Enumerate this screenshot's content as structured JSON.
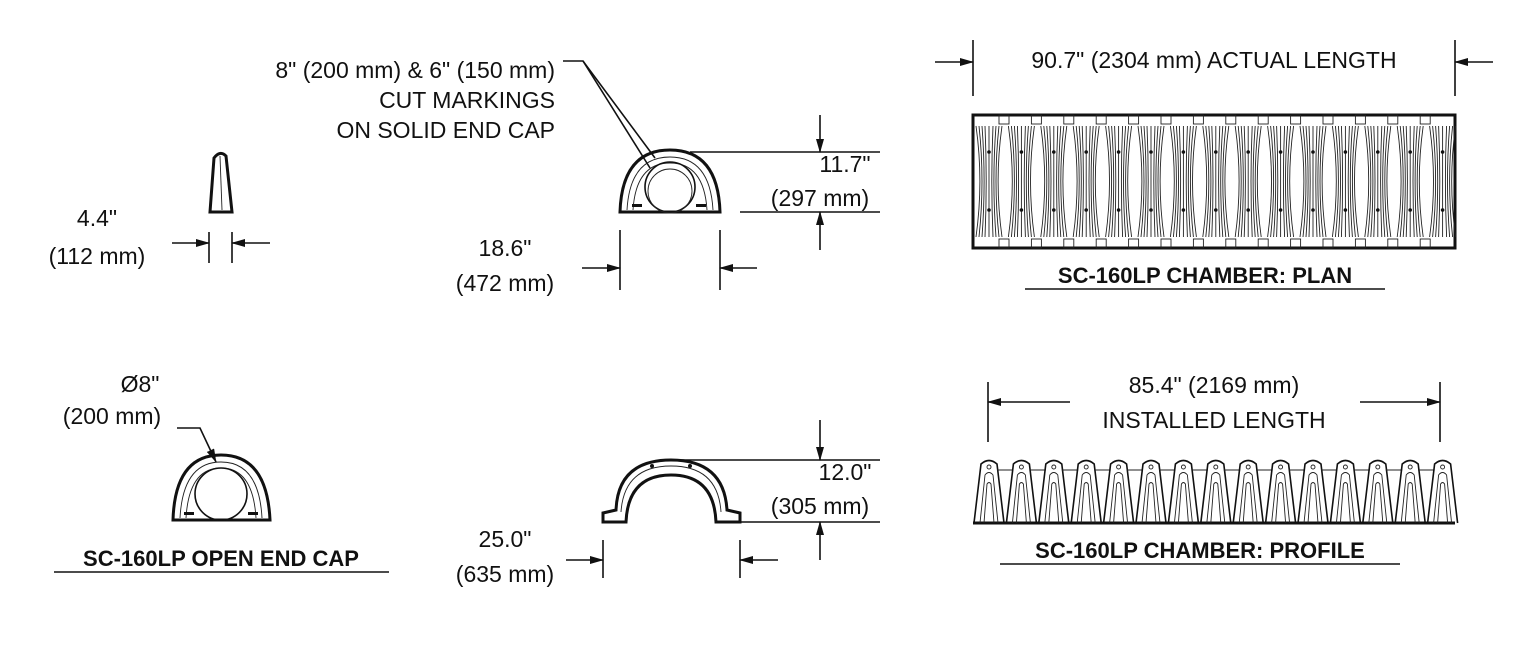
{
  "solid_end_cap": {
    "cut_markings_label": [
      "8\" (200 mm) & 6\" (150 mm)",
      "CUT MARKINGS",
      "ON SOLID END CAP"
    ],
    "height_in": "11.7\"",
    "height_mm": "(297 mm)",
    "width_in": "18.6\"",
    "width_mm": "(472 mm)"
  },
  "end_cap_side": {
    "thickness_in": "4.4\"",
    "thickness_mm": "(112 mm)"
  },
  "open_end_cap": {
    "diameter_in": "Ø8\"",
    "diameter_mm": "(200 mm)",
    "title": "SC-160LP OPEN END CAP"
  },
  "chamber_end_view": {
    "height_in": "12.0\"",
    "height_mm": "(305 mm)",
    "width_in": "25.0\"",
    "width_mm": "(635 mm)"
  },
  "chamber_plan": {
    "length_label": "90.7\" (2304 mm) ACTUAL LENGTH",
    "title": "SC-160LP CHAMBER: PLAN"
  },
  "chamber_profile": {
    "length_label": "85.4\" (2169 mm)",
    "length_sublabel": "INSTALLED LENGTH",
    "title": "SC-160LP CHAMBER: PROFILE"
  },
  "colors": {
    "line": "#111111",
    "background": "#ffffff"
  }
}
